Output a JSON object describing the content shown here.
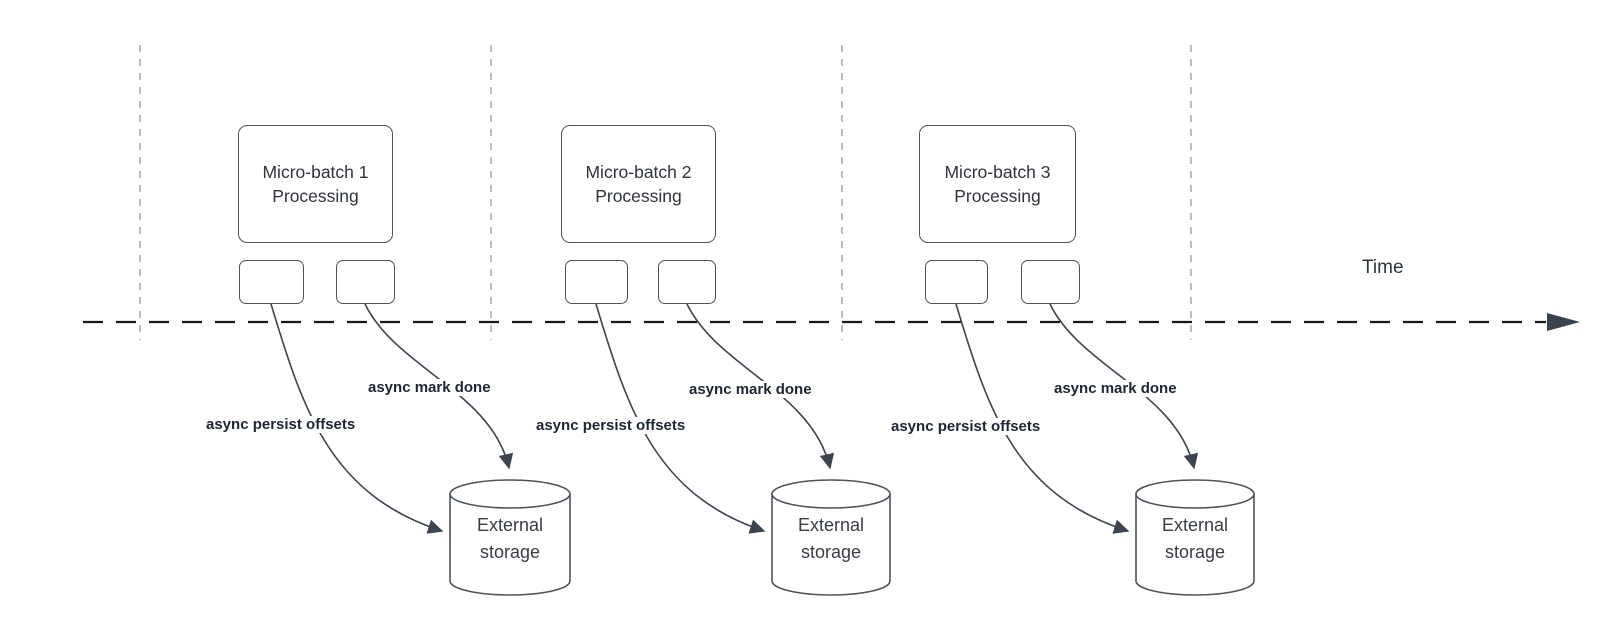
{
  "diagram": {
    "time_label": "Time",
    "groups": [
      {
        "box_line1": "Micro-batch 1",
        "box_line2": "Processing",
        "persist_label": "async persist offsets",
        "mark_done_label": "async mark done",
        "storage_line1": "External",
        "storage_line2": "storage"
      },
      {
        "box_line1": "Micro-batch 2",
        "box_line2": "Processing",
        "persist_label": "async persist offsets",
        "mark_done_label": "async mark done",
        "storage_line1": "External",
        "storage_line2": "storage"
      },
      {
        "box_line1": "Micro-batch 3",
        "box_line2": "Processing",
        "persist_label": "async persist offsets",
        "mark_done_label": "async mark done",
        "storage_line1": "External",
        "storage_line2": "storage"
      }
    ],
    "colors": {
      "background": "#ffffff",
      "shape_border": "#4d545b",
      "edge_stroke": "#3d4451",
      "edge_label_text": "#1e2633",
      "guide_line": "#b4b4b4",
      "time_axis": "#191919",
      "shape_text": "#2f343b"
    }
  }
}
